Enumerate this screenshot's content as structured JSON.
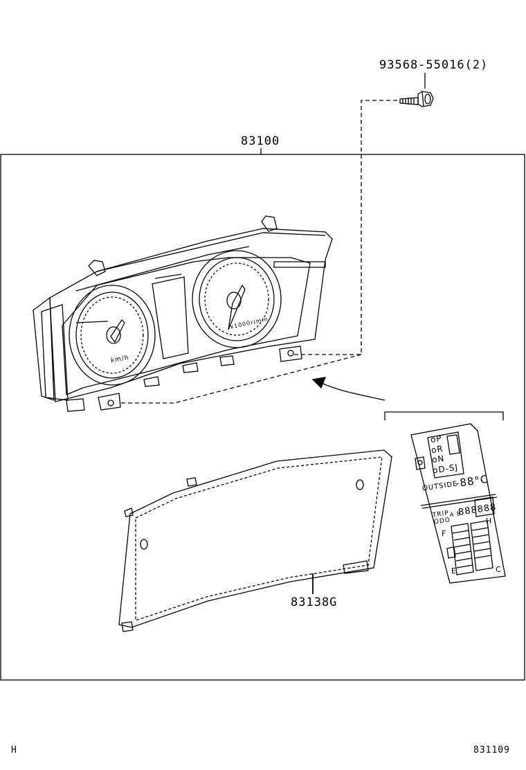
{
  "labels": {
    "screw": "93568-55016(2)",
    "assembly": "83100",
    "lens": "83138G",
    "corner_left": "H",
    "corner_right": "831109"
  },
  "display": {
    "gear_p": "oP",
    "gear_r": "oR",
    "gear_n": "oN",
    "gear_d": "oD-SJ",
    "outside": "OUTSIDE",
    "temp": "-88°C",
    "trip": "TRIP",
    "odo": "ODO",
    "trip_ab": "A B",
    "odometer": "888888",
    "fuel_f": "F",
    "fuel_e": "E",
    "temp_h": "H",
    "temp_c": "C"
  },
  "gauges": {
    "speed_unit": "km/h",
    "tach_unit": "x1000r/min"
  }
}
